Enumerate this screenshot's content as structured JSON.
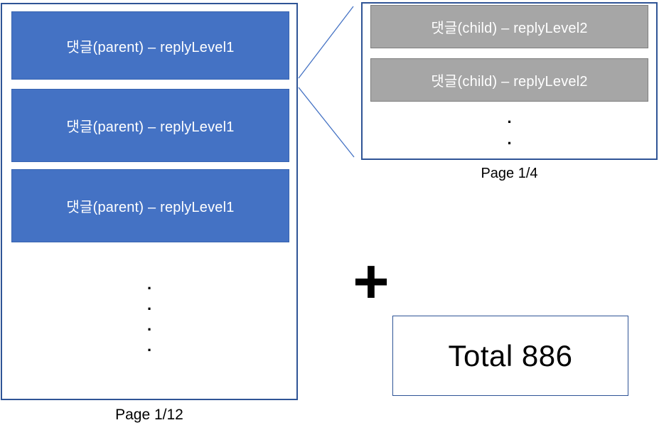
{
  "dot": ".",
  "plus_sign": "+",
  "parent_panel": {
    "items": [
      "댓글(parent) – replyLevel1",
      "댓글(parent) – replyLevel1",
      "댓글(parent) – replyLevel1"
    ],
    "page_label": "Page 1/12"
  },
  "child_panel": {
    "items": [
      "댓글(child) – replyLevel2",
      "댓글(child) – replyLevel2"
    ],
    "page_label": "Page 1/4"
  },
  "total_box": {
    "label": "Total 886"
  },
  "colors": {
    "parent_box_fill": "#4472C4",
    "child_box_fill": "#A6A6A6",
    "panel_border": "#2F5496",
    "connector": "#4472C4",
    "box_text": "#FFFFFF",
    "label_text": "#000000"
  }
}
